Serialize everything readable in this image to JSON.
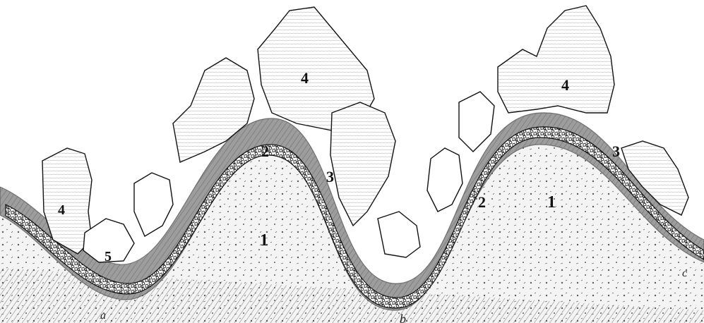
{
  "figure": {
    "layer_labels": {
      "base": "1",
      "conglomerate": "2",
      "middle_stratum": "3",
      "blocks": "4",
      "debris": "5"
    },
    "section_letters": {
      "a": "a",
      "b": "b",
      "c": "c"
    },
    "ink": "#111111",
    "paper": "#ffffff",
    "stratum_fill": "#9a9a9a",
    "base_fill": "#f2f2f2"
  }
}
